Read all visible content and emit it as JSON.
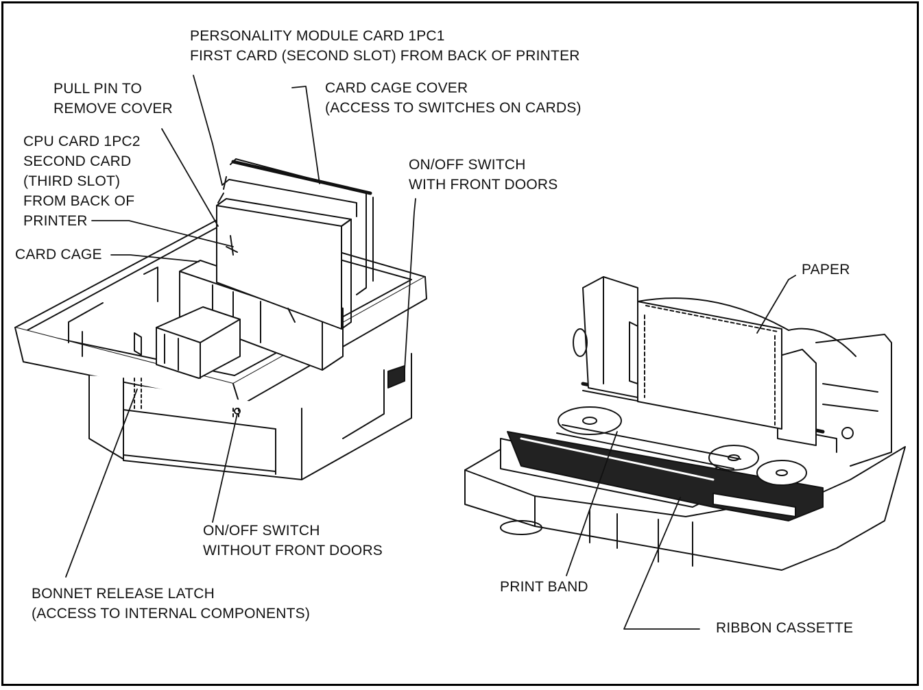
{
  "labels": {
    "personality": {
      "line1": "PERSONALITY MODULE CARD 1PC1",
      "line2": "FIRST CARD (SECOND SLOT) FROM BACK OF PRINTER"
    },
    "pull_pin": {
      "line1": "PULL PIN TO",
      "line2": "REMOVE COVER"
    },
    "card_cage_cover": {
      "line1": "CARD CAGE COVER",
      "line2": "(ACCESS TO SWITCHES ON CARDS)"
    },
    "cpu_card": {
      "line1": "CPU CARD 1PC2",
      "line2": "SECOND CARD",
      "line3": "(THIRD SLOT)",
      "line4": "FROM BACK OF",
      "line5": "PRINTER"
    },
    "onoff_front": {
      "line1": "ON/OFF SWITCH",
      "line2": "WITH FRONT DOORS"
    },
    "card_cage": "CARD CAGE",
    "paper": "PAPER",
    "onoff_nofront": {
      "line1": "ON/OFF SWITCH",
      "line2": "WITHOUT FRONT DOORS"
    },
    "bonnet": {
      "line1": "BONNET RELEASE LATCH",
      "line2": "(ACCESS TO INTERNAL COMPONENTS)"
    },
    "print_band": "PRINT BAND",
    "ribbon": "RIBBON CASSETTE"
  },
  "colors": {
    "ink": "#111111",
    "paper": "#ffffff",
    "shade": "#222222"
  }
}
